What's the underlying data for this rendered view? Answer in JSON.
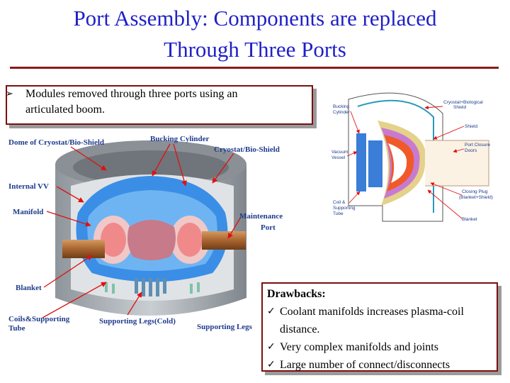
{
  "title": {
    "line1": "Port Assembly: Components are replaced",
    "line2": "Through Three Ports"
  },
  "info_box": {
    "bullet": "Modules removed through three ports using an",
    "bullet_cont": "articulated boom."
  },
  "drawbacks": {
    "heading": "Drawbacks:",
    "item1": "Coolant manifolds increases plasma-coil",
    "item1_cont": "distance.",
    "item2": "Very complex manifolds and joints",
    "item3": "Large number of connect/disconnects"
  },
  "main_labels": {
    "dome": "Dome of Cryostat/Bio-Shield",
    "bucking": "Bucking Cylinder",
    "cryostat": "Cryostat/Bio-Shield",
    "internal_vv": "Internal VV",
    "manifold": "Manifold",
    "maintenance1": "Maintenance",
    "maintenance2": "Port",
    "blanket": "Blanket",
    "coils1": "Coils&Supporting",
    "coils2": "Tube",
    "legs_cold": "Supporting Legs(Cold)",
    "legs_right": "Supporting Legs"
  },
  "small_labels": {
    "bucking1": "Bucking",
    "bucking2": "Cylinder",
    "cryo1": "Cryostat+Biological",
    "cryo2": "Shield",
    "shield": "Shield",
    "vacuum1": "Vacuum",
    "vacuum2": "Vessel",
    "port1": "Port Closure",
    "port2": "Doors",
    "coil1": "Coil &",
    "coil2": "Supporting",
    "coil3": "Tube",
    "closing1": "Closing Plug",
    "closing2": "(Blanket+Shield)",
    "blanket": "Blanket"
  },
  "colors": {
    "title": "#1f1fc8",
    "accent": "#8b1a1a",
    "label": "#1f3c8c",
    "arrow": "#e01010"
  }
}
